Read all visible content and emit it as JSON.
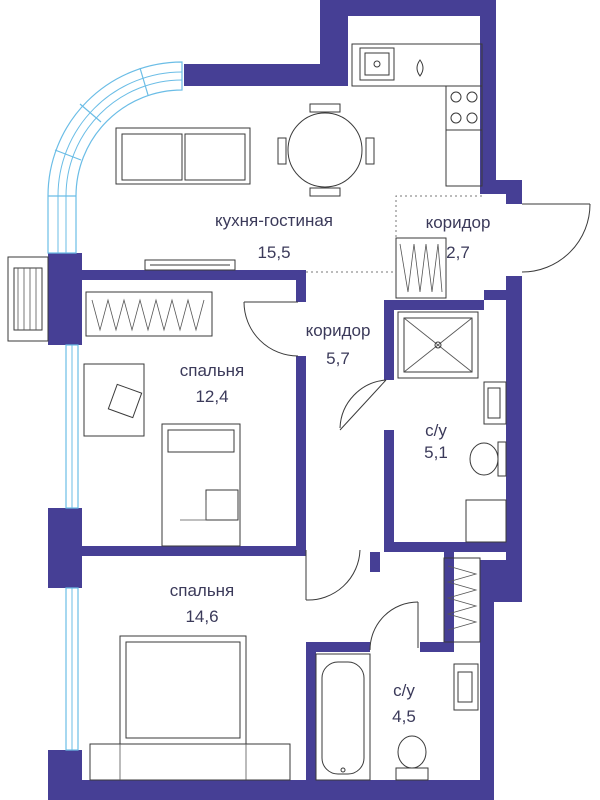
{
  "rooms": {
    "kitchen_living": {
      "name": "кухня-гостиная",
      "area": "15,5"
    },
    "corridor_top": {
      "name": "коридор",
      "area": "2,7"
    },
    "corridor_mid": {
      "name": "коридор",
      "area": "5,7"
    },
    "bedroom_1": {
      "name": "спальня",
      "area": "12,4"
    },
    "bathroom_1": {
      "name": "с/у",
      "area": "5,1"
    },
    "bedroom_2": {
      "name": "спальня",
      "area": "14,6"
    },
    "bathroom_2": {
      "name": "с/у",
      "area": "4,5"
    }
  },
  "colors": {
    "wall": "#463f95",
    "window": "#6bbde6",
    "label": "#3b3a5a"
  }
}
